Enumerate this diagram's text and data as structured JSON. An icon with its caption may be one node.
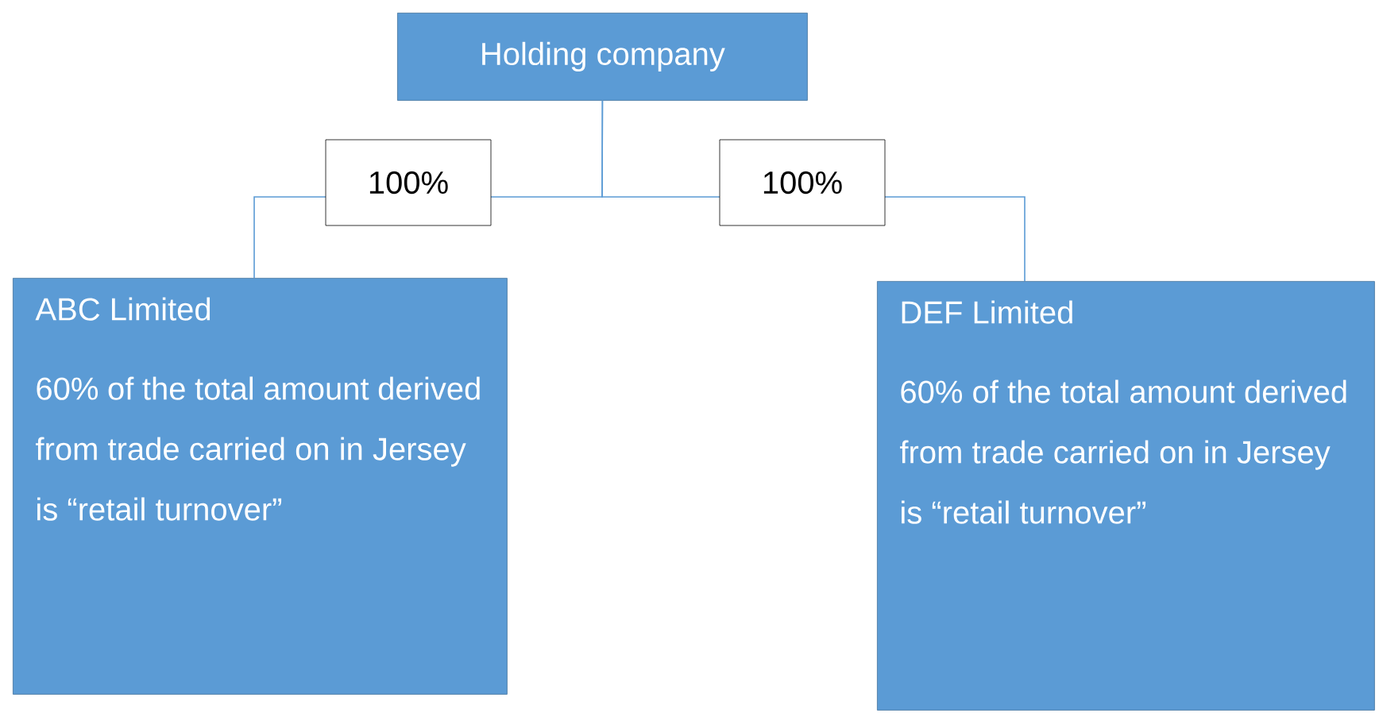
{
  "diagram": {
    "nodes": [
      {
        "text": [
          "Holding company"
        ]
      },
      {
        "text": [
          "ABC Limited",
          "60% of the total amount derived from trade carried on in Jersey is “retail turnover”"
        ]
      },
      {
        "text": [
          "DEF Limited",
          "60% of the total amount derived from trade carried on in Jersey is “retail turnover”"
        ]
      }
    ],
    "edges": [
      {
        "from": 0,
        "to": 1,
        "arrow": "none",
        "label": "100%"
      },
      {
        "from": 0,
        "to": 2,
        "arrow": "none",
        "label": "100%"
      }
    ]
  }
}
